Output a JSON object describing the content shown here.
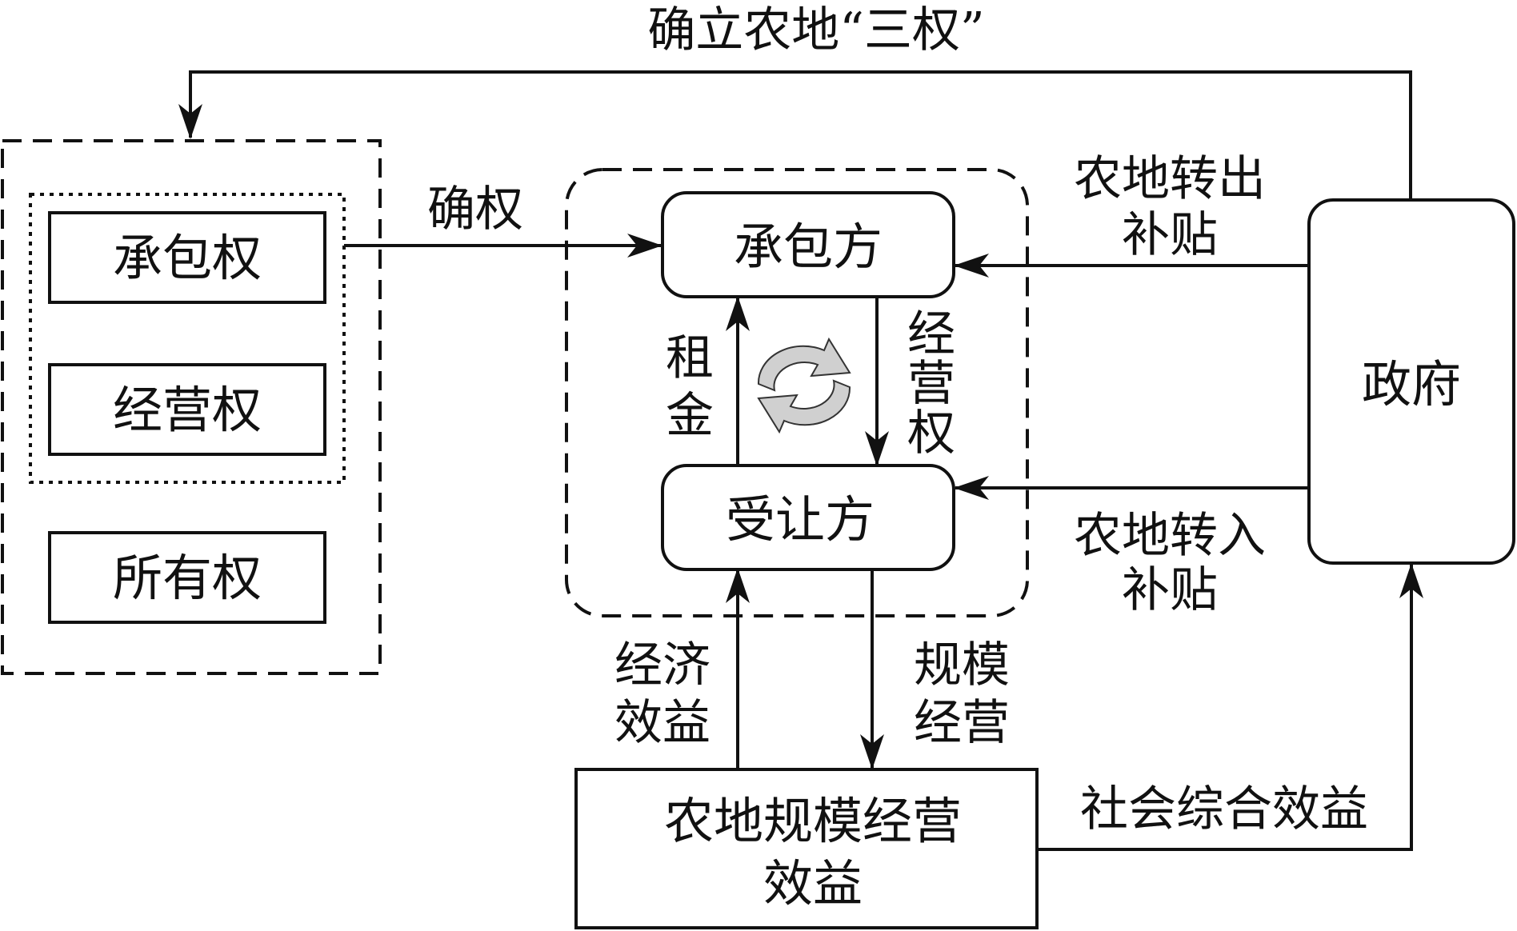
{
  "diagram": {
    "title": "确立农地“三权”",
    "rights": {
      "contract": "承包权",
      "operation": "经营权",
      "ownership": "所有权"
    },
    "arrow_confirm": "确权",
    "contractor": "承包方",
    "transferee": "受让方",
    "rent_chars": [
      "租",
      "金"
    ],
    "operation_right_chars": [
      "经",
      "营",
      "权"
    ],
    "government": "政府",
    "out_subsidy": [
      "农地转出",
      "补贴"
    ],
    "in_subsidy": [
      "农地转入",
      "补贴"
    ],
    "economic_benefit": [
      "经济",
      "效益"
    ],
    "scale_operation": [
      "规模",
      "经营"
    ],
    "benefit_box": [
      "农地规模经营",
      "效益"
    ],
    "social_benefit": "社会综合效益"
  },
  "colors": {
    "line": "#111111",
    "cycle_icon": "#c8c8c8"
  }
}
